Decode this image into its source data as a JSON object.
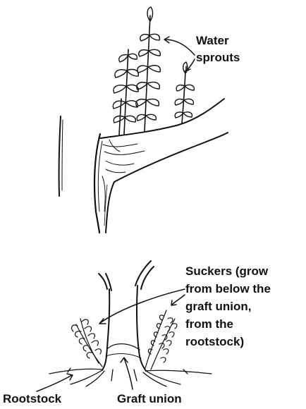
{
  "labels": {
    "water_sprouts": [
      "Water",
      "sprouts"
    ],
    "suckers": [
      "Suckers (grow",
      "from below the",
      "graft union,",
      "from the",
      "rootstock)"
    ],
    "rootstock": "Rootstock",
    "graft_union": "Graft union"
  },
  "colors": {
    "ink": "#111111",
    "background": "#ffffff"
  }
}
